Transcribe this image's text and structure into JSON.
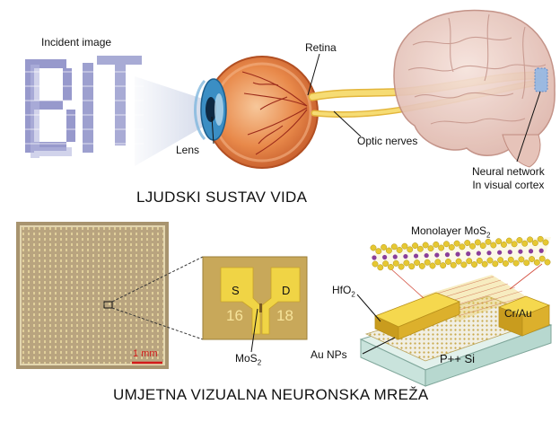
{
  "top_panel": {
    "incident_image_label": "Incident image",
    "incident_image_letters": "BIT",
    "retina_label": "Retina",
    "lens_label": "Lens",
    "optic_nerves_label": "Optic nerves",
    "neural_network_line1": "Neural network",
    "neural_network_line2": "In visual cortex",
    "caption": "LJUDSKI SUSTAV VIDA"
  },
  "bottom_panel": {
    "monolayer_label": "Monolayer MoS",
    "monolayer_sub": "2",
    "hfo_label": "HfO",
    "hfo_sub": "2",
    "cr_au_label": "Cr/Au",
    "au_nps_label": "Au NPs",
    "substrate_label": "P++ Si",
    "source_label": "S",
    "drain_label": "D",
    "device_number_left": "16",
    "device_number_right": "18",
    "mos2_label": "MoS",
    "mos2_sub": "2",
    "scale_bar_label": "1 mm",
    "caption": "UMJETNA VIZUALNA NEURONSKA MREŽA"
  },
  "colors": {
    "gold": "#d8b030",
    "chip_bg": "#b7a27e",
    "scale_red": "#d21a1a",
    "brain_pink": "#eccfc6",
    "nerve_yellow": "#f2d15a",
    "eye_red": "#e07a38",
    "iris_blue": "#2c7fb8",
    "substrate": "#d6ece6",
    "sulfur": "#e6c832",
    "moly": "#8a3e9a"
  }
}
